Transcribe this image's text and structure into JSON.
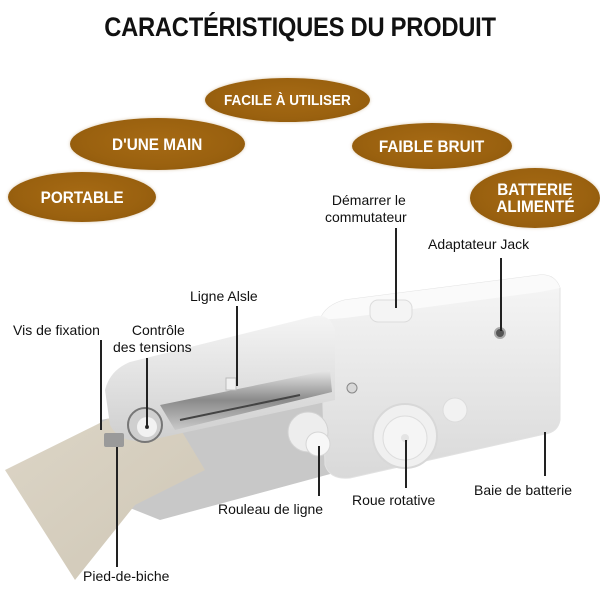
{
  "title": "CARACTÉRISTIQUES DU PRODUIT",
  "colors": {
    "badge_fill": "#9a610f",
    "badge_text": "#ffffff",
    "title_text": "#111111",
    "callout_line": "#222222"
  },
  "features": [
    {
      "id": "easy",
      "label": "FACILE À UTILISER"
    },
    {
      "id": "one-hand",
      "label": "D'UNE MAIN"
    },
    {
      "id": "low-noise",
      "label": "FAIBLE BRUIT"
    },
    {
      "id": "portable",
      "label": "PORTABLE"
    },
    {
      "id": "battery",
      "line1": "BATTERIE",
      "line2": "ALIMENTÉ"
    }
  ],
  "callouts": {
    "start_switch": {
      "line1": "Démarrer le",
      "line2": "commutateur"
    },
    "jack_adapter": "Adaptateur Jack",
    "thread_guide": "Ligne Alsle",
    "set_screw": "Vis de fixation",
    "tension_control": {
      "line1": "Contrôle",
      "line2": "des tensions"
    },
    "spool_roller": "Rouleau de ligne",
    "rotary_wheel": "Roue rotative",
    "battery_bay": "Baie de batterie",
    "presser_foot": "Pied-de-biche"
  }
}
